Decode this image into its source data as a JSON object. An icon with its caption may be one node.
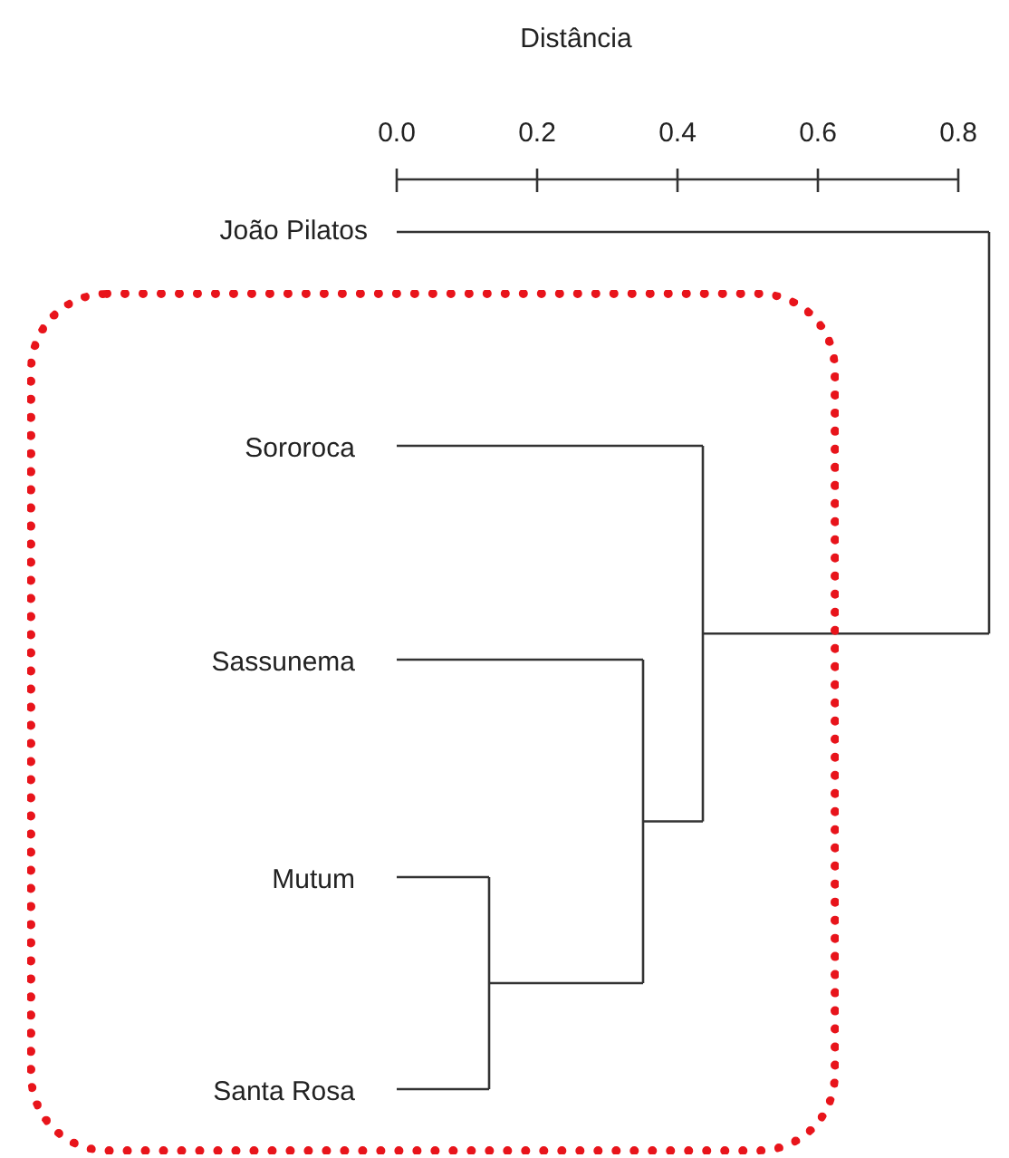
{
  "diagram": {
    "nodes": [
      {
        "text": [
          "João Pilatos"
        ]
      },
      {
        "text": [],
        "shape": "box"
      },
      {
        "text": [
          "Sororoca"
        ],
        "in": 1
      },
      {
        "text": [
          "Sassunema"
        ],
        "in": 1
      },
      {
        "text": [
          "Mutum"
        ],
        "in": 1
      },
      {
        "text": [
          "Santa Rosa"
        ],
        "in": 1
      }
    ],
    "labels": [
      "Distância",
      "0.0",
      "0.2",
      "0.4",
      "0.6",
      "0.8"
    ]
  }
}
